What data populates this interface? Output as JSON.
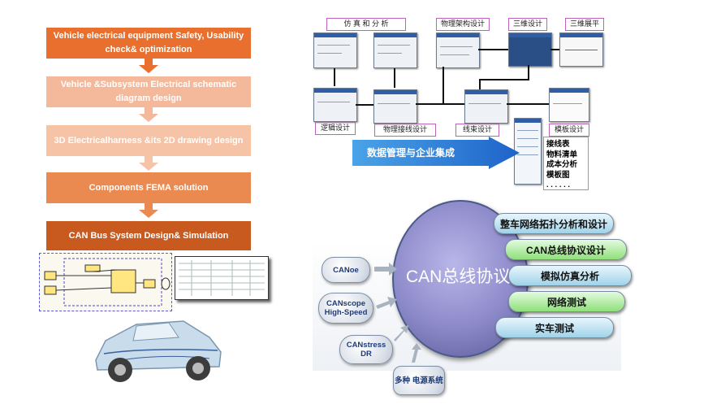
{
  "left_flow": {
    "steps": [
      {
        "text": "Vehicle electrical equipment Safety, Usability check& optimization",
        "color": "#e86f2e"
      },
      {
        "text": "Vehicle &Subsystem Electrical schematic diagram design",
        "color": "#f4b89a"
      },
      {
        "text": "3D Electricalharness &its 2D drawing design",
        "color": "#f6c3a7"
      },
      {
        "text": "Components FEMA solution",
        "color": "#ea8a50"
      },
      {
        "text": "CAN Bus System Design& Simulation",
        "color": "#c85a1f"
      }
    ]
  },
  "top_diagram": {
    "labels": {
      "simulation": "仿 真 和 分 析",
      "physical_arch": "物理架构设计",
      "threed": "三维设计",
      "threed_flat": "三维展平",
      "logic": "逻辑设计",
      "physical_wiring": "物理接线设计",
      "harness": "线束设计",
      "template": "模板设计"
    },
    "banner": "数据管理与企业集成",
    "outputs": [
      "接线表",
      "物料清单",
      "成本分析",
      "模板图",
      ". . . . . ."
    ]
  },
  "can_diagram": {
    "center": "CAN总线协议",
    "tools": [
      "CANoe",
      "CANscope High-Speed",
      "CANstress DR",
      "多种 电源系统"
    ],
    "items": [
      {
        "text": "整车网络拓扑分析和设计",
        "color": "#9fd3ea"
      },
      {
        "text": "CAN总线协议设计",
        "color": "#8ee07a"
      },
      {
        "text": "模拟仿真分析",
        "color": "#9fd3ea"
      },
      {
        "text": "网络测试",
        "color": "#8ee07a"
      },
      {
        "text": "实车测试",
        "color": "#9fd3ea"
      }
    ]
  }
}
